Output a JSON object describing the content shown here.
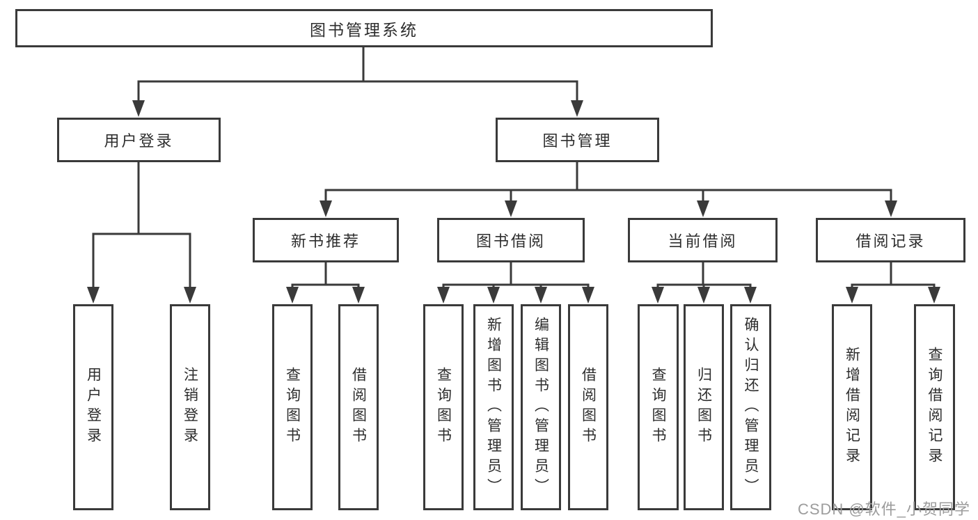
{
  "diagram": {
    "nodes": {
      "root": {
        "label": "图书管理系统"
      },
      "user_login": {
        "label": "用户登录"
      },
      "book_mgmt": {
        "label": "图书管理"
      },
      "new_book": {
        "label": "新书推荐"
      },
      "book_borrow": {
        "label": "图书借阅"
      },
      "current_borrow": {
        "label": "当前借阅"
      },
      "borrow_record": {
        "label": "借阅记录"
      },
      "leaf_user_login": {
        "label": "用户登录"
      },
      "leaf_logout": {
        "label": "注销登录"
      },
      "leaf_nb_query": {
        "label": "查询图书"
      },
      "leaf_nb_borrow": {
        "label": "借阅图书"
      },
      "leaf_bb_query": {
        "label": "查询图书"
      },
      "leaf_bb_add": {
        "label": "新增图书（管理员）"
      },
      "leaf_bb_edit": {
        "label": "编辑图书（管理员）"
      },
      "leaf_bb_borrow": {
        "label": "借阅图书"
      },
      "leaf_cb_query": {
        "label": "查询图书"
      },
      "leaf_cb_return": {
        "label": "归还图书"
      },
      "leaf_cb_confirm": {
        "label": "确认归还（管理员）"
      },
      "leaf_br_add": {
        "label": "新增借阅记录"
      },
      "leaf_br_query": {
        "label": "查询借阅记录"
      }
    },
    "line_color": "#3a3a3a"
  },
  "watermark": {
    "text": "CSDN @软件_小贺同学"
  }
}
